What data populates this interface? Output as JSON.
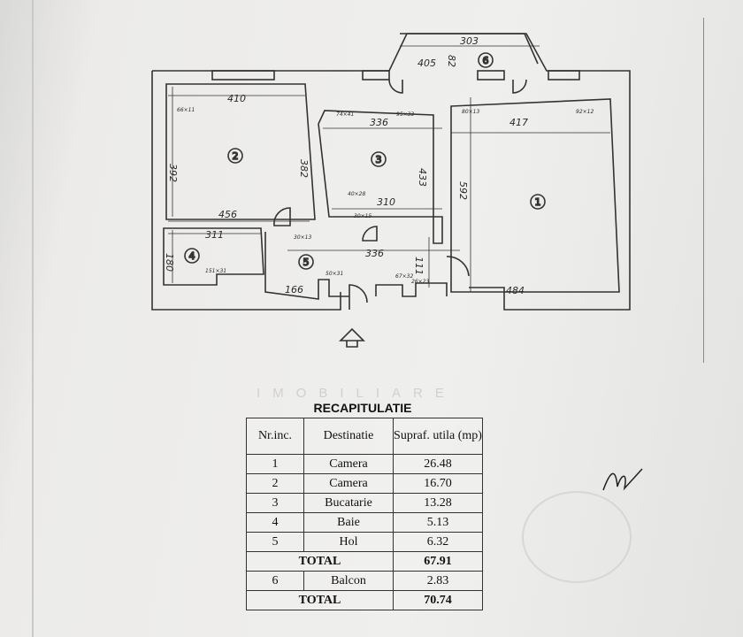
{
  "plan": {
    "rooms": [
      "1",
      "2",
      "3",
      "4",
      "5",
      "6"
    ],
    "dims": {
      "r2_top": "410",
      "r2_left": "392",
      "r2_right": "382",
      "r2_bottom": "456",
      "r4_top": "311",
      "r4_left": "180",
      "r3_top": "336",
      "r3_right": "433",
      "r3_bottom": "310",
      "hall": "336",
      "hall_v": "111",
      "hall_b": "166",
      "r1_top": "417",
      "r1_left": "592",
      "r1_bottom": "484",
      "balc_top": "303",
      "balc_w": "405",
      "balc_h": "82"
    },
    "notes": [
      "66×11",
      "74×41",
      "95×33",
      "80×13",
      "92×12",
      "40×28",
      "30×15",
      "30×13",
      "151×31",
      "50×31",
      "67×32",
      "26×23"
    ]
  },
  "watermark": "IMOBILIARE",
  "table": {
    "title": "RECAPITULATIE",
    "headers": [
      "Nr.inc.",
      "Destinatie",
      "Supraf. utila (mp)"
    ],
    "rows": [
      {
        "nr": "1",
        "dest": "Camera",
        "area": "26.48"
      },
      {
        "nr": "2",
        "dest": "Camera",
        "area": "16.70"
      },
      {
        "nr": "3",
        "dest": "Bucatarie",
        "area": "13.28"
      },
      {
        "nr": "4",
        "dest": "Baie",
        "area": "5.13"
      },
      {
        "nr": "5",
        "dest": "Hol",
        "area": "6.32"
      }
    ],
    "total1": {
      "label": "TOTAL",
      "area": "67.91"
    },
    "balcony": {
      "nr": "6",
      "dest": "Balcon",
      "area": "2.83"
    },
    "total2": {
      "label": "TOTAL",
      "area": "70.74"
    }
  }
}
